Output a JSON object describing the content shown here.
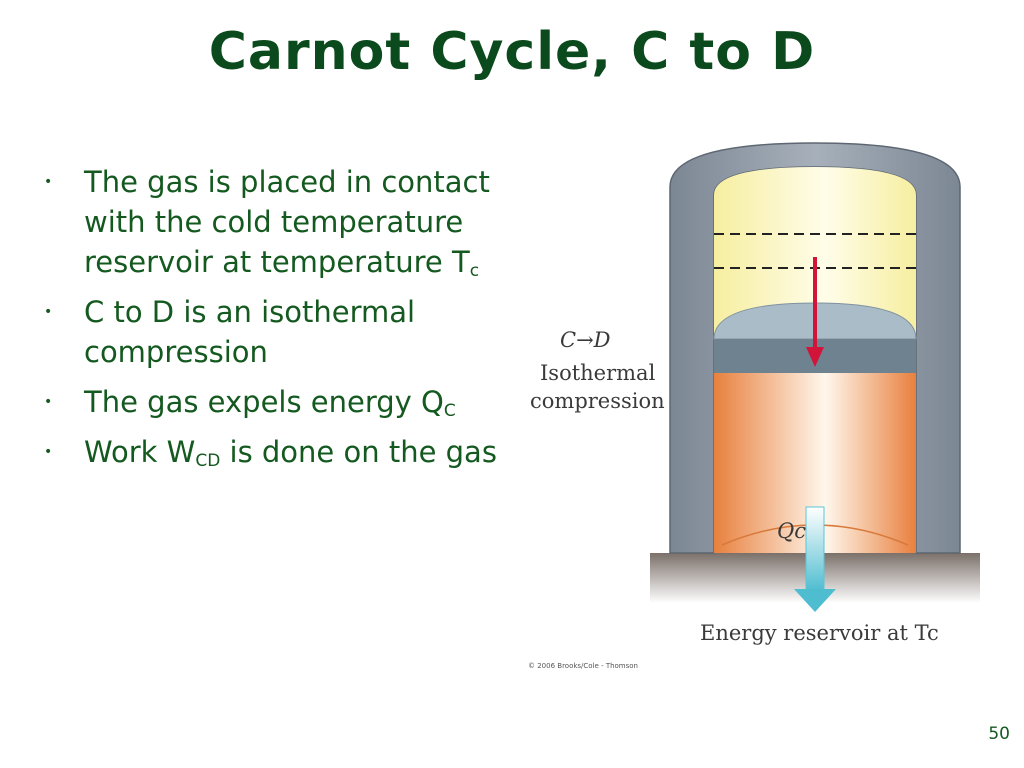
{
  "slide": {
    "title": "Carnot Cycle, C to D",
    "page_number": "50"
  },
  "bullets": [
    {
      "text": "The gas is placed in contact with the cold temperature reservoir at temperature T",
      "sub": "c",
      "after": ""
    },
    {
      "text": "C to D is an isothermal compression",
      "sub": "",
      "after": ""
    },
    {
      "text": "The gas expels energy Q",
      "sub": "C",
      "after": ""
    },
    {
      "text": "Work W",
      "sub": "CD",
      "after": " is done on the gas"
    }
  ],
  "figure": {
    "process_label": "C→D",
    "process_name_line1": "Isothermal",
    "process_name_line2": "compression",
    "heat_label": "Qc",
    "reservoir_label": "Energy reservoir at Tc",
    "copyright": "© 2006 Brooks/Cole - Thomson",
    "colors": {
      "cylinder_wall": "#8f99a5",
      "gas_upper": "#fbf6c4",
      "piston": "#6f8290",
      "gas_compressed": "#e98d4e",
      "arrow_down": "#d3143a",
      "heat_arrow": "#5bc5d6",
      "reservoir": "#8a7f78"
    }
  }
}
